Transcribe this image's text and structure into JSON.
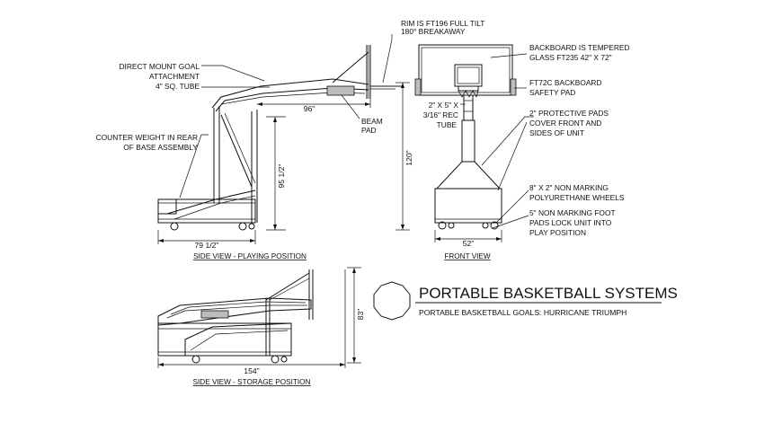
{
  "title": "PORTABLE BASKETBALL SYSTEMS",
  "subtitle": "PORTABLE BASKETBALL GOALS: HURRICANE TRIUMPH",
  "views": {
    "side_playing": "SIDE VIEW - PLAYING POSITION",
    "front": "FRONT VIEW",
    "side_storage": "SIDE VIEW - STORAGE POSITION"
  },
  "annotations": {
    "rim": [
      "RIM IS FT196 FULL TILT",
      "180° BREAKAWAY"
    ],
    "mount": [
      "DIRECT MOUNT GOAL",
      "ATTACHMENT",
      "4\" SQ. TUBE"
    ],
    "beam_pad": [
      "BEAM",
      "PAD"
    ],
    "counter_weight": [
      "COUNTER WEIGHT IN REAR",
      "OF BASE ASSEMBLY"
    ],
    "backboard": [
      "BACKBOARD IS TEMPERED",
      "GLASS FT235 42\" X 72\""
    ],
    "backboard_pad": [
      "FT72C BACKBOARD",
      "SAFETY PAD"
    ],
    "tube": [
      "2\" X 5\" X",
      "3/16\" REC",
      "TUBE"
    ],
    "protective_pads": [
      "2\" PROTECTIVE PADS",
      "COVER FRONT AND",
      "SIDES OF UNIT"
    ],
    "wheels": [
      "8\" X 2\" NON MARKING",
      "POLYURETHANE WHEELS"
    ],
    "foot_pads": [
      "5\" NON MARKING FOOT",
      "PADS LOCK UNIT INTO",
      "PLAY POSITION"
    ]
  },
  "dimensions": {
    "reach": "96\"",
    "base_length": "79 1/2\"",
    "height_inner": "95 1/2\"",
    "height_total": "120\"",
    "front_width": "52\"",
    "storage_length": "154\"",
    "storage_height": "83\""
  }
}
